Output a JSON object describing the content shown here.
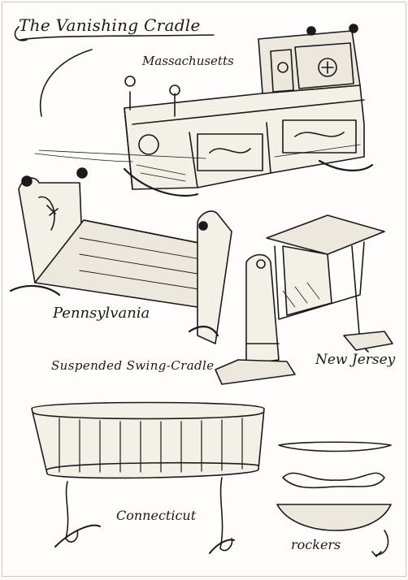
{
  "title": "The Vanishing Cradle",
  "labels": {
    "massachusetts": "Massachusetts",
    "pennsylvania": "Pennsylvania",
    "suspended": "Suspended Swing-Cradle",
    "new_jersey": "New Jersey",
    "connecticut": "Connecticut",
    "rockers": "rockers"
  },
  "colors": {
    "ink": "#1a1a1a",
    "paper": "#fefdfb"
  }
}
